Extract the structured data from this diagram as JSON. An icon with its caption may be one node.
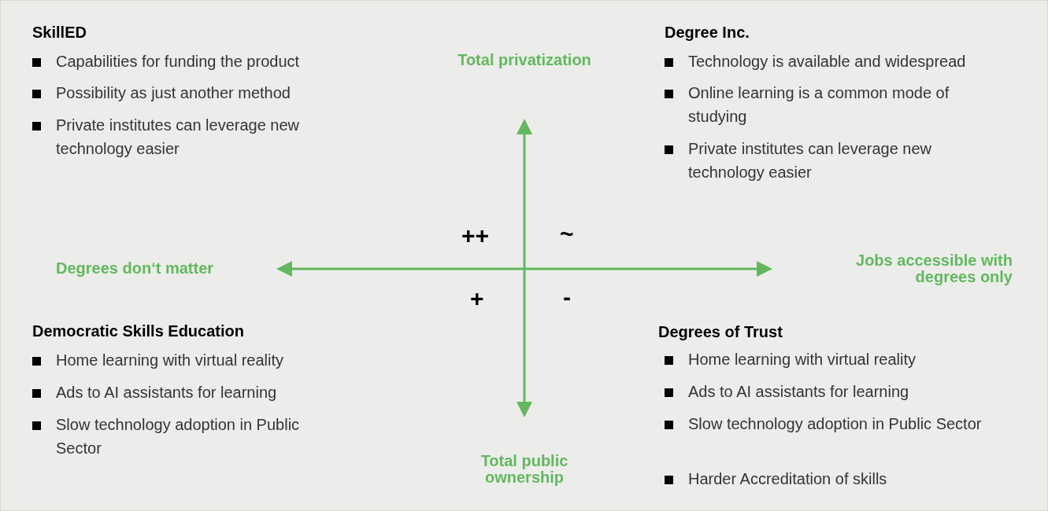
{
  "diagram": {
    "labels": [
      "SkillED",
      "Capabilities for funding the product",
      "Possibility as just another method",
      "Private institutes can leverage new technology easier",
      "Total privatization",
      "Degree Inc.",
      "Technology is available and widespread",
      "Online learning is a common mode of studying",
      "Private institutes can leverage new technology easier",
      "++",
      "~",
      "Degrees don‘t matter",
      "Jobs accessible with degrees only",
      "+",
      "-",
      "Democratic Skills Education",
      "Home learning with virtual reality",
      "Ads to AI assistants for learning",
      "Slow technology adoption in Public Sector",
      "Degrees of Trust",
      "Home learning with virtual reality",
      "Ads to AI assistants for learning",
      "Slow technology adoption in Public Sector",
      "Harder Accreditation of skills",
      "Total public ownership"
    ]
  }
}
